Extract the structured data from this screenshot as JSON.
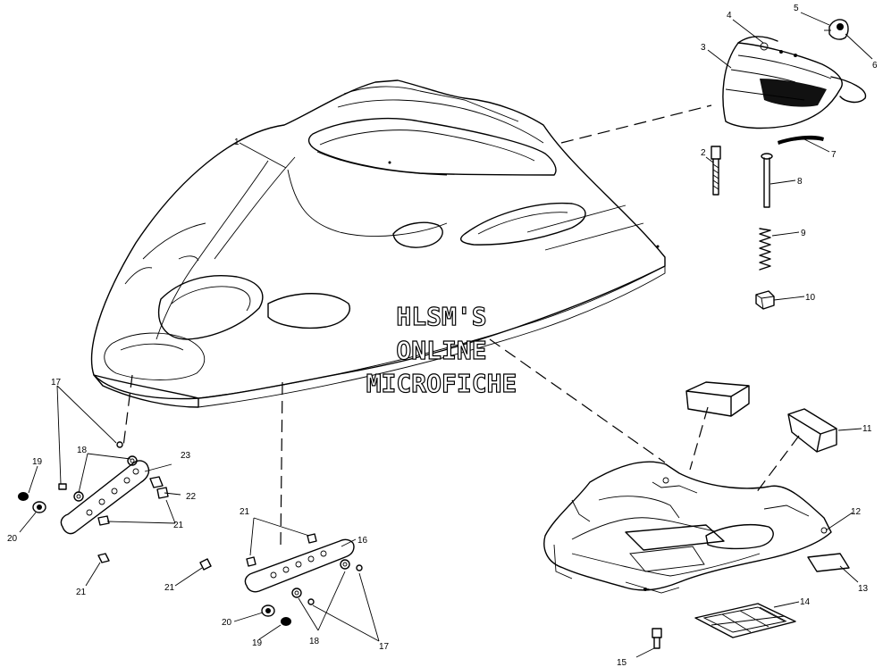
{
  "watermark": {
    "line1": "HLSM'S",
    "line2": "ONLINE",
    "line3": "MICROFICHE"
  },
  "callouts": {
    "c1": "1",
    "c2": "2",
    "c3": "3",
    "c4": "4",
    "c5": "5",
    "c6": "6",
    "c7": "7",
    "c8": "8",
    "c9": "9",
    "c10": "10",
    "c11": "11",
    "c12": "12",
    "c13": "13",
    "c14": "14",
    "c15": "15",
    "c16": "16",
    "c17a": "17",
    "c17b": "17",
    "c18a": "18",
    "c18b": "18",
    "c19a": "19",
    "c19b": "19",
    "c20a": "20",
    "c20b": "20",
    "c21a": "21",
    "c21b": "21",
    "c21c": "21",
    "c21d": "21",
    "c22": "22",
    "c23": "23"
  }
}
